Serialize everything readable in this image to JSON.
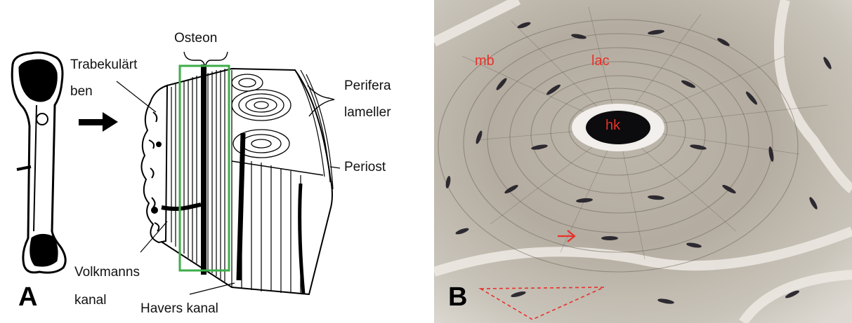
{
  "panel_a": {
    "letter": "A",
    "labels": {
      "osteon": "Osteon",
      "trabekulart_line1": "Trabekulärt",
      "trabekulart_line2": "ben",
      "perifera_line1": "Perifera",
      "perifera_line2": "lameller",
      "periost": "Periost",
      "volkmanns_line1": "Volkmanns",
      "volkmanns_line2": "kanal",
      "havers": "Havers kanal"
    },
    "highlight_color": "#3cae4a"
  },
  "panel_b": {
    "letter": "B",
    "labels": {
      "mb": "mb",
      "lac": "lac",
      "hk": "hk"
    },
    "annotation_color": "#e8312a"
  }
}
